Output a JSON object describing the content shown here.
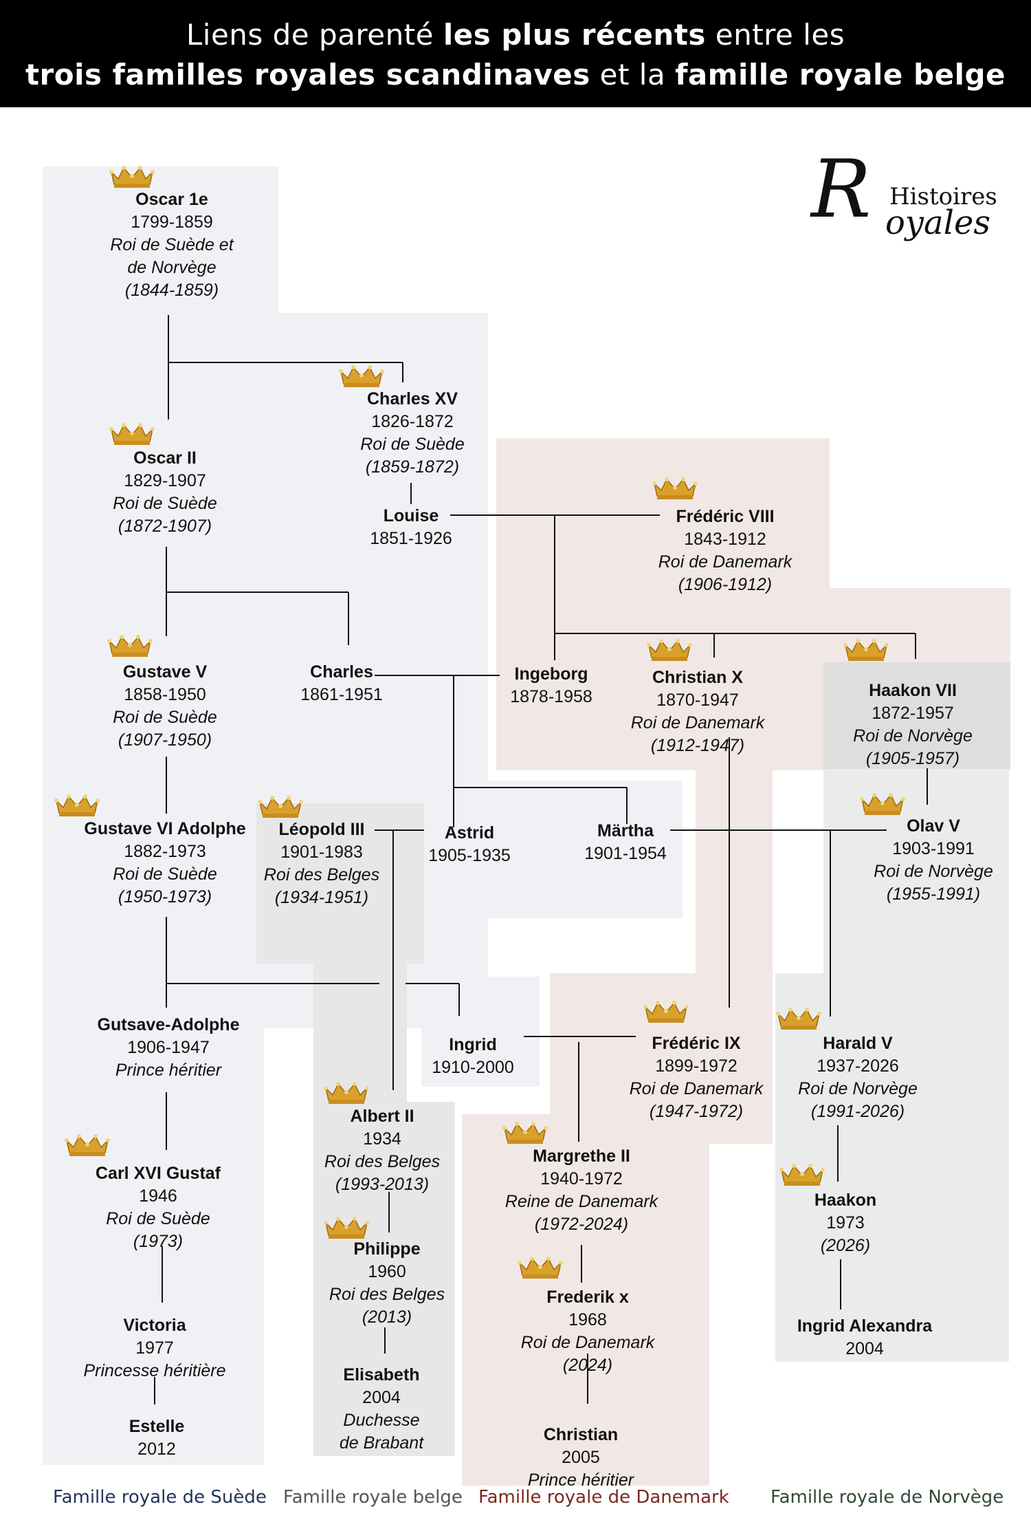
{
  "header": {
    "line1_a": "Liens de parenté ",
    "line1_b": "les plus récents",
    "line1_c": " entre les",
    "line2_a": "trois familles royales scandinaves",
    "line2_b": " et la ",
    "line2_c": "famille royale belge"
  },
  "logo": {
    "initial": "R",
    "word1": "Histoires",
    "word2": "oyales"
  },
  "colors": {
    "sweden": "#22345c",
    "belgium": "#555555",
    "denmark": "#7a2a20",
    "norway": "#2f4a35",
    "crown": "#d9a12b"
  },
  "people": [
    {
      "name": "Oscar 1e",
      "years": "1799-1859",
      "title": [
        "Roi de Suède et",
        "de Norvège",
        "(1844-1859)"
      ],
      "crown": true
    },
    {
      "name": "Charles XV",
      "years": "1826-1872",
      "title": [
        "Roi de Suède",
        "(1859-1872)"
      ],
      "crown": true
    },
    {
      "name": "Oscar II",
      "years": "1829-1907",
      "title": [
        "Roi de Suède",
        "(1872-1907)"
      ],
      "crown": true
    },
    {
      "name": "Louise",
      "years": "1851-1926",
      "title": [],
      "crown": false
    },
    {
      "name": "Frédéric VIII",
      "years": "1843-1912",
      "title": [
        "Roi de Danemark",
        "(1906-1912)"
      ],
      "crown": true
    },
    {
      "name": "Gustave V",
      "years": "1858-1950",
      "title": [
        "Roi de Suède",
        "(1907-1950)"
      ],
      "crown": true
    },
    {
      "name": "Charles",
      "years": "1861-1951",
      "title": [],
      "crown": false
    },
    {
      "name": "Ingeborg",
      "years": "1878-1958",
      "title": [],
      "crown": false
    },
    {
      "name": "Christian X",
      "years": "1870-1947",
      "title": [
        "Roi de Danemark",
        "(1912-1947)"
      ],
      "crown": true
    },
    {
      "name": "Haakon VII",
      "years": "1872-1957",
      "title": [
        "Roi de Norvège",
        "(1905-1957)"
      ],
      "crown": true
    },
    {
      "name": "Gustave VI Adolphe",
      "years": "1882-1973",
      "title": [
        "Roi de Suède",
        "(1950-1973)"
      ],
      "crown": true
    },
    {
      "name": "Léopold III",
      "years": "1901-1983",
      "title": [
        "Roi des Belges",
        "(1934-1951)"
      ],
      "crown": true
    },
    {
      "name": "Astrid",
      "years": "1905-1935",
      "title": [],
      "crown": false
    },
    {
      "name": "Märtha",
      "years": "1901-1954",
      "title": [],
      "crown": false
    },
    {
      "name": "Olav V",
      "years": "1903-1991",
      "title": [
        "Roi de Norvège",
        "(1955-1991)"
      ],
      "crown": true
    },
    {
      "name": "Gutsave-Adolphe",
      "years": "1906-1947",
      "title": [
        "Prince héritier"
      ],
      "crown": false
    },
    {
      "name": "Ingrid",
      "years": "1910-2000",
      "title": [],
      "crown": false
    },
    {
      "name": "Frédéric IX",
      "years": "1899-1972",
      "title": [
        "Roi de Danemark",
        "(1947-1972)"
      ],
      "crown": true
    },
    {
      "name": "Harald V",
      "years": "1937-2026",
      "title": [
        "Roi de Norvège",
        "(1991-2026)"
      ],
      "crown": true
    },
    {
      "name": "Albert II",
      "years": "1934",
      "title": [
        "Roi des Belges",
        "(1993-2013)"
      ],
      "crown": true
    },
    {
      "name": "Carl XVI Gustaf",
      "years": "1946",
      "title": [
        "Roi de Suède",
        "(1973)"
      ],
      "crown": true
    },
    {
      "name": "Margrethe II",
      "years": "1940-1972",
      "title": [
        "Reine de Danemark",
        "(1972-2024)"
      ],
      "crown": true
    },
    {
      "name": "Haakon",
      "years": "1973",
      "title": [
        "(2026)"
      ],
      "crown": true
    },
    {
      "name": "Philippe",
      "years": "1960",
      "title": [
        "Roi des Belges",
        "(2013)"
      ],
      "crown": true
    },
    {
      "name": "Frederik x",
      "years": "1968",
      "title": [
        "Roi de Danemark",
        "(2024)"
      ],
      "crown": true
    },
    {
      "name": "Ingrid Alexandra",
      "years": "2004",
      "title": [],
      "crown": false
    },
    {
      "name": "Victoria",
      "years": "1977",
      "title": [
        "Princesse héritière"
      ],
      "crown": false
    },
    {
      "name": "Elisabeth",
      "years": "2004",
      "title": [
        "Duchesse",
        "de Brabant"
      ],
      "crown": false
    },
    {
      "name": "Estelle",
      "years": "2012",
      "title": [],
      "crown": false
    },
    {
      "name": "Christian",
      "years": "2005",
      "title": [
        "Prince héritier"
      ],
      "crown": false
    }
  ],
  "legend": {
    "sweden": "Famille royale de Suède",
    "belgium": "Famille royale belge",
    "denmark": "Famille royale de Danemark",
    "norway": "Famille royale de Norvège"
  }
}
